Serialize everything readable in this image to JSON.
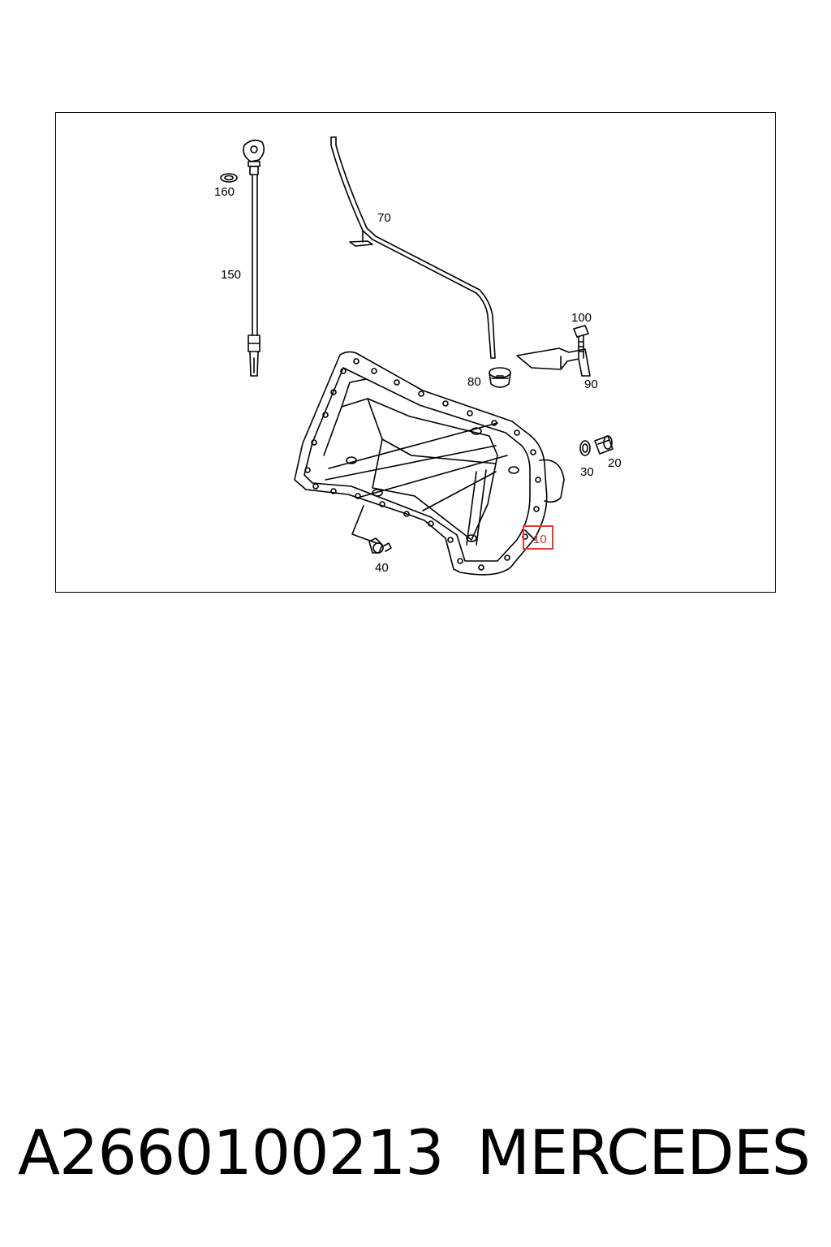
{
  "diagram": {
    "callouts": {
      "c10": "10",
      "c20": "20",
      "c30": "30",
      "c40": "40",
      "c70": "70",
      "c80": "80",
      "c90": "90",
      "c100": "100",
      "c150": "150",
      "c160": "160"
    },
    "highlighted_callout": "10",
    "highlight_color": "#e53935"
  },
  "footer": {
    "part_number": "A2660100213",
    "brand": "MERCEDES"
  }
}
